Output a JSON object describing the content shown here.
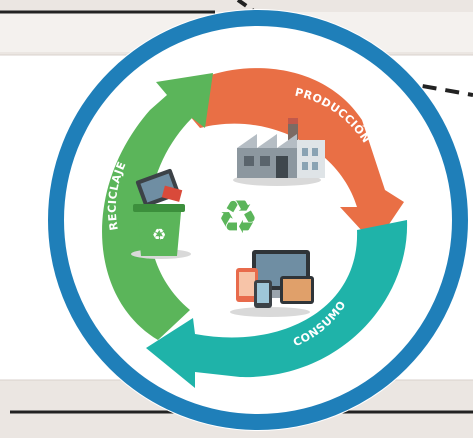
{
  "diagram": {
    "stages": [
      {
        "id": "produccion",
        "label": "PRODUCCIÓN",
        "color": "#e96f45"
      },
      {
        "id": "consumo",
        "label": "CONSUMO",
        "color": "#1fb3a9"
      },
      {
        "id": "reciclaje",
        "label": "RECICLAJE",
        "color": "#5bb55a"
      }
    ],
    "center_symbol": "recycle-icon",
    "ring_color": "#1f7fb9",
    "recycle_color": "#5bb55a"
  }
}
